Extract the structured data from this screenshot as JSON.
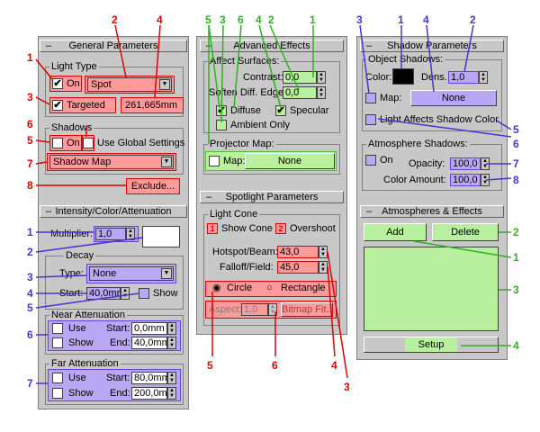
{
  "general": {
    "rollout_title": "General Parameters",
    "light_type_group": "Light Type",
    "on_label": "On",
    "type_value": "Spot",
    "targeted_label": "Targeted",
    "target_distance": "261,665mm",
    "shadows_group": "Shadows",
    "shadows_on_label": "On",
    "use_global_label": "Use Global Settings",
    "shadow_type": "Shadow Map",
    "exclude_button": "Exclude..."
  },
  "intensity": {
    "rollout_title": "Intensity/Color/Attenuation",
    "multiplier_label": "Multiplier:",
    "multiplier_value": "1,0",
    "decay_group": "Decay",
    "type_label": "Type:",
    "type_value": "None",
    "start_label": "Start:",
    "start_value": "40,0mr",
    "show_label": "Show",
    "near_group": "Near Attenuation",
    "near_use": "Use",
    "near_show": "Show",
    "near_start_label": "Start:",
    "near_start_value": "0,0mm",
    "near_end_label": "End:",
    "near_end_value": "40,0mm",
    "far_group": "Far Attenuation",
    "far_use": "Use",
    "far_show": "Show",
    "far_start_label": "Start:",
    "far_start_value": "80,0mm",
    "far_end_label": "End:",
    "far_end_value": "200,0mr"
  },
  "advanced": {
    "rollout_title": "Advanced Effects",
    "affect_group": "Affect Surfaces:",
    "contrast_label": "Contrast:",
    "contrast_value": "0,0",
    "soften_label": "Soften Diff. Edge:",
    "soften_value": "0,0",
    "diffuse_label": "Diffuse",
    "specular_label": "Specular",
    "ambient_label": "Ambient Only",
    "projector_group": "Projector Map:",
    "map_label": "Map:",
    "map_button": "None"
  },
  "spotlight": {
    "rollout_title": "Spotlight Parameters",
    "cone_group": "Light Cone",
    "show_cone_label": "Show Cone",
    "overshoot_label": "Overshoot",
    "hotspot_label": "Hotspot/Beam:",
    "hotspot_value": "43,0",
    "falloff_label": "Falloff/Field:",
    "falloff_value": "45,0",
    "circle_label": "Circle",
    "rectangle_label": "Rectangle",
    "aspect_label": "Aspect:",
    "aspect_value": "1,0",
    "bitmap_button": "Bitmap Fit..."
  },
  "shadow": {
    "rollout_title": "Shadow Parameters",
    "object_group": "Object Shadows:",
    "color_label": "Color:",
    "dens_label": "Dens.",
    "dens_value": "1,0",
    "map_label": "Map:",
    "map_button": "None",
    "affects_label": "Light Affects Shadow Color",
    "atmos_group": "Atmosphere Shadows:",
    "on_label": "On",
    "opacity_label": "Opacity:",
    "opacity_value": "100,0",
    "color_amount_label": "Color Amount:",
    "color_amount_value": "100,0"
  },
  "atmospheres": {
    "rollout_title": "Atmospheres & Effects",
    "add_button": "Add",
    "delete_button": "Delete",
    "setup_button": "Setup"
  },
  "callouts": {
    "red": [
      "1",
      "2",
      "3",
      "4",
      "5",
      "6",
      "7",
      "8"
    ],
    "purple": [
      "1",
      "2",
      "3",
      "4",
      "5",
      "6",
      "7"
    ],
    "green": [
      "1",
      "2",
      "3",
      "4",
      "5",
      "6"
    ],
    "spot_red": [
      "3",
      "4",
      "5",
      "6"
    ],
    "shadow_purple": [
      "1",
      "2",
      "3",
      "4",
      "5",
      "6",
      "7",
      "8"
    ],
    "atmos_green": [
      "1",
      "2",
      "3",
      "4"
    ]
  },
  "colors": {
    "panel": "#c8c8c8",
    "red": "#e00000",
    "red_fill": "#ff9a9a",
    "purple": "#5030d0",
    "purple_fill": "#b8a8f4",
    "green": "#30b020",
    "green_fill": "#b8f0a0",
    "shadow_color_swatch": "#000000",
    "light_color_swatch": "#ffffff"
  }
}
